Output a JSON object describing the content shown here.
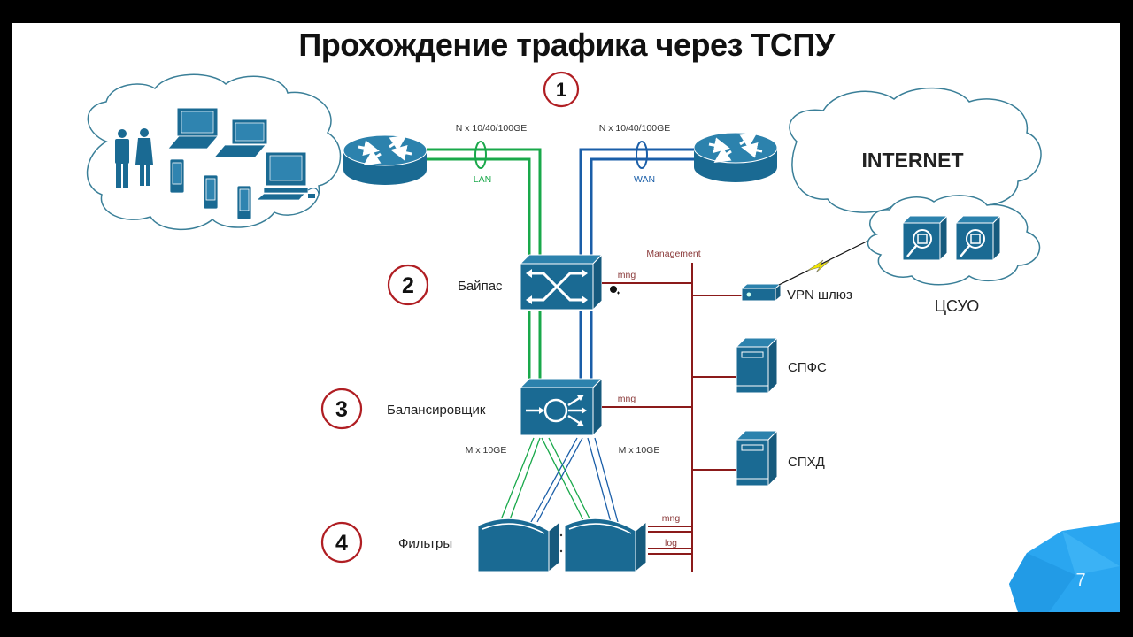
{
  "slide": {
    "title": "Прохождение трафика через ТСПУ",
    "page_number": "7",
    "steps": [
      {
        "number": "1"
      },
      {
        "number": "2",
        "label": "Байпас"
      },
      {
        "number": "3",
        "label": "Балансировщик"
      },
      {
        "number": "4",
        "label": "Фильтры"
      }
    ],
    "links": {
      "lan_speed": "N x 10/40/100GE",
      "lan_label": "LAN",
      "wan_speed": "N x 10/40/100GE",
      "wan_label": "WAN",
      "balancer_out_left": "M x 10GE",
      "balancer_out_right": "M x 10GE"
    },
    "management": {
      "bus_label": "Management",
      "bypass_mng": "mng",
      "balancer_mng": "mng",
      "filter_mng": "mng",
      "filter_log": "log"
    },
    "nodes": {
      "internet": "INTERNET",
      "vpn_gateway": "VPN шлюз",
      "csuo": "ЦСУО",
      "spfs": "СПФС",
      "sphd": "СПХД"
    },
    "colors": {
      "device_blue": "#1a6a93",
      "lan_green": "#19a84a",
      "wan_blue": "#1a5ea8",
      "management_red": "#8b1a1a",
      "step_circle": "#b01e23",
      "cloud_stroke": "#3a7f98",
      "corner_accent": "#2aa6f0"
    }
  }
}
